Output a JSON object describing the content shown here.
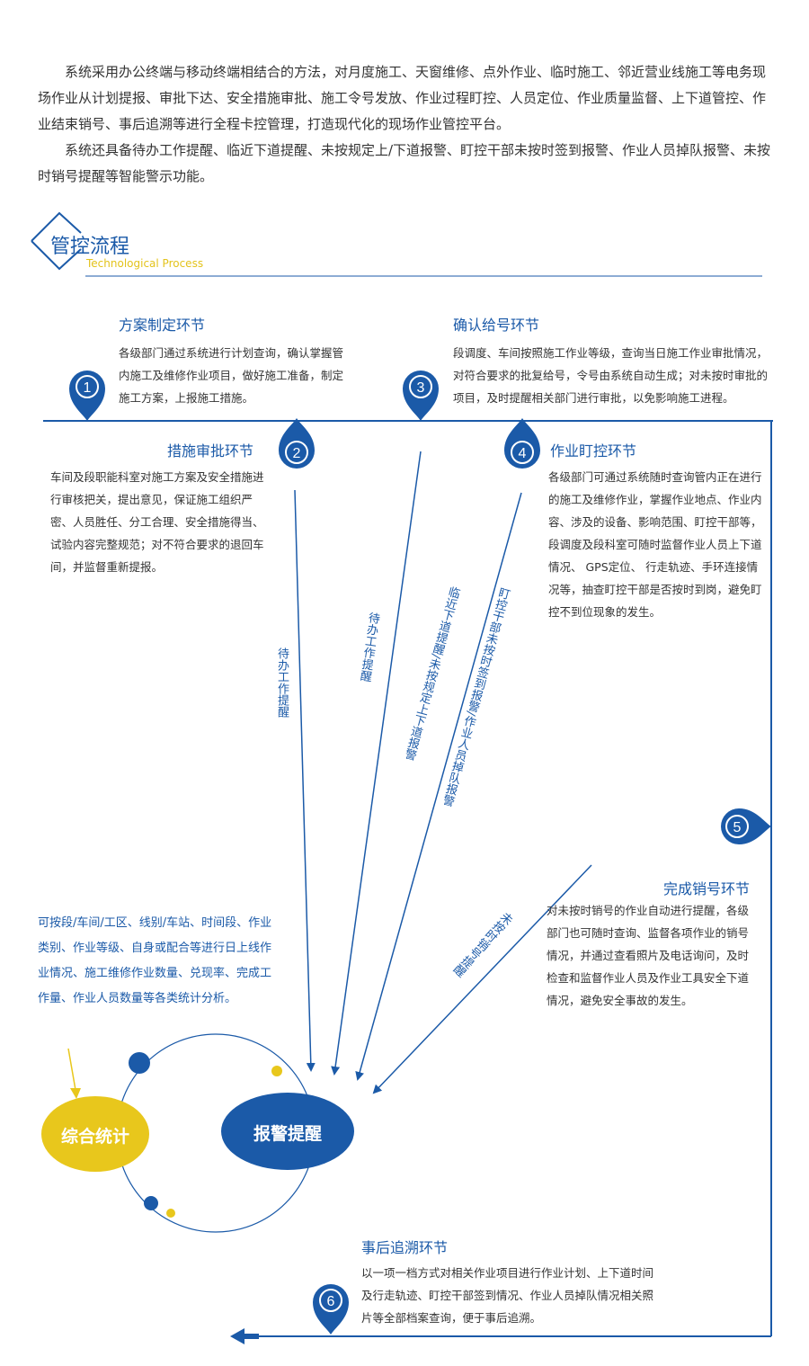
{
  "intro": {
    "p1": "系统采用办公终端与移动终端相结合的方法，对月度施工、天窗维修、点外作业、临时施工、邻近营业线施工等电务现场作业从计划提报、审批下达、安全措施审批、施工令号发放、作业过程盯控、人员定位、作业质量监督、上下道管控、作业结束销号、事后追溯等进行全程卡控管理，打造现代化的现场作业管控平台。",
    "p2": "系统还具备待办工作提醒、临近下道提醒、未按规定上/下道报警、盯控干部未按时签到报警、作业人员掉队报警、未按时销号提醒等智能警示功能。"
  },
  "section": {
    "title": "管控流程",
    "subtitle": "Technological Process"
  },
  "steps": [
    {
      "num": "1",
      "title": "方案制定环节",
      "body": "各级部门通过系统进行计划查询，确认掌握管内施工及维修作业项目，做好施工准备，制定施工方案，上报施工措施。"
    },
    {
      "num": "2",
      "title": "措施审批环节",
      "body": "车间及段职能科室对施工方案及安全措施进行审核把关，提出意见，保证施工组织严密、人员胜任、分工合理、安全措施得当、试验内容完整规范；对不符合要求的退回车间，并监督重新提报。"
    },
    {
      "num": "3",
      "title": "确认给号环节",
      "body": "段调度、车间按照施工作业等级，查询当日施工作业审批情况，对符合要求的批复给号，令号由系统自动生成；对未按时审批的项目，及时提醒相关部门进行审批，以免影响施工进程。"
    },
    {
      "num": "4",
      "title": "作业盯控环节",
      "body": "各级部门可通过系统随时查询管内正在进行的施工及维修作业，掌握作业地点、作业内容、涉及的设备、影响范围、盯控干部等，段调度及段科室可随时监督作业人员上下道情况、 GPS定位、 行走轨迹、手环连接情况等，抽查盯控干部是否按时到岗，避免盯控不到位现象的发生。"
    },
    {
      "num": "5",
      "title": "完成销号环节",
      "body": "对未按时销号的作业自动进行提醒，各级部门也可随时查询、监督各项作业的销号情况，并通过查看照片及电话询问，及时检查和监督作业人员及作业工具安全下道情况，避免安全事故的发生。"
    },
    {
      "num": "6",
      "title": "事后追溯环节",
      "body": "以一项一档方式对相关作业项目进行作业计划、上下道时间及行走轨迹、盯控干部签到情况、作业人员掉队情况相关照片等全部档案查询，便于事后追溯。"
    }
  ],
  "alerts": {
    "a1": "待办工作提醒",
    "a2": "待办工作提醒",
    "a3": "临近下道提醒/未按规定上下道报警",
    "a4": "盯控干部未按时签到报警/作业人员掉队报警",
    "a5": "未按时销号提醒"
  },
  "stats": {
    "text": "可按段/车间/工区、线别/车站、时间段、作业类别、作业等级、自身或配合等进行日上线作业情况、施工维修作业数量、兑现率、完成工作量、作业人员数量等各类统计分析。",
    "circle_yellow": "综合统计",
    "circle_blue": "报警提醒"
  },
  "colors": {
    "blue": "#1b5aa8",
    "yellow": "#e8c71c"
  }
}
